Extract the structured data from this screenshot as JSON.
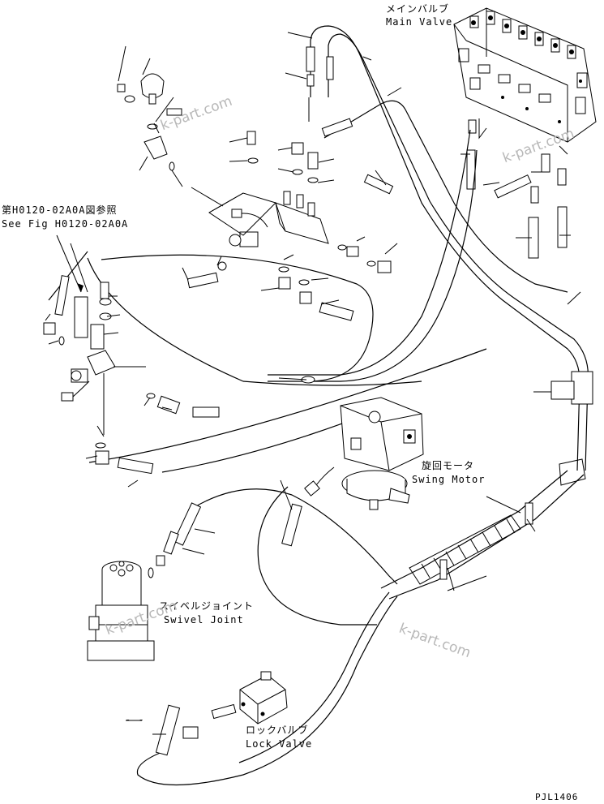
{
  "labels": {
    "main_valve_jp": "メインバルブ",
    "main_valve_en": "Main Valve",
    "ref_jp": "第H0120-02A0A図参照",
    "ref_en": "See Fig H0120-02A0A",
    "swing_motor_jp": "旋回モータ",
    "swing_motor_en": "Swing Motor",
    "swivel_joint_jp": "スイベルジョイント",
    "swivel_joint_en": "Swivel Joint",
    "lock_valve_jp": "ロックバルブ",
    "lock_valve_en": "Lock Valve",
    "drawing_code": "PJL1406",
    "dash_marker": "- -"
  },
  "watermarks": [
    "k-part.com",
    "k-part.com",
    "k-part.com",
    "k-part.com"
  ]
}
